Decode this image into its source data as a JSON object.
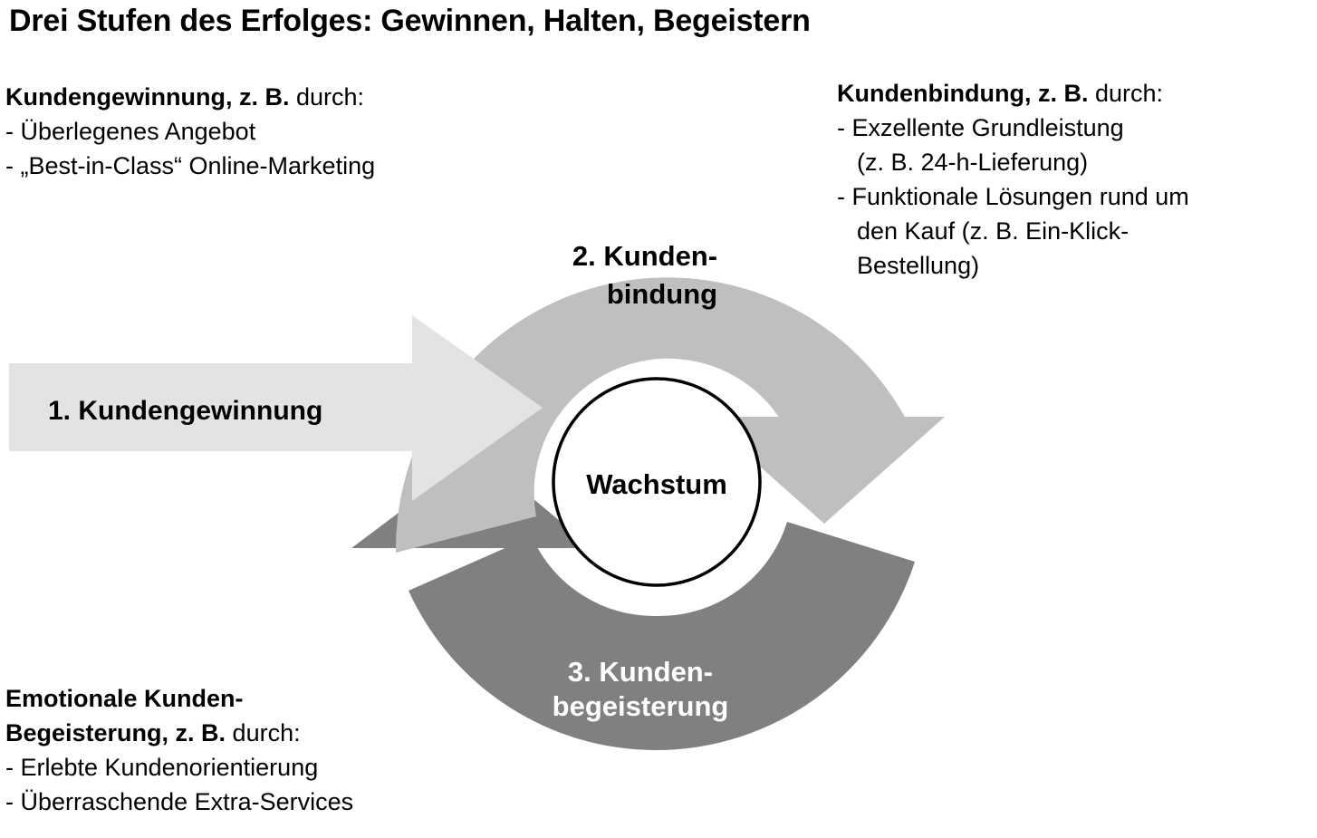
{
  "title": "Drei Stufen des Erfolges: Gewinnen, Halten, Begeistern",
  "colors": {
    "stage1_arrow": "#E3E3E3",
    "stage2_arc": "#BFBFBF",
    "stage3_arc": "#808080",
    "center_circle_stroke": "#000000",
    "text": "#000000",
    "stage3_text": "#FFFFFF",
    "background": "#FFFFFF"
  },
  "center": {
    "label": "Wachstum"
  },
  "stages": {
    "stage1": {
      "label": "1. Kundengewinnung"
    },
    "stage2": {
      "label_line1": "2. Kunden-",
      "label_line2": "bindung"
    },
    "stage3": {
      "label_line1": "3. Kunden-",
      "label_line2": "begeisterung"
    }
  },
  "blocks": {
    "acquisition": {
      "heading_bold": "Kundengewinnung, z. B.",
      "heading_regular": " durch:",
      "items": [
        "- Überlegenes Angebot",
        "- „Best-in-Class“ Online-Marketing"
      ]
    },
    "retention": {
      "heading_bold": "Kundenbindung, z. B.",
      "heading_regular": " durch:",
      "items": [
        "- Exzellente Grundleistung",
        "(z. B. 24-h-Lieferung)",
        "- Funktionale Lösungen rund um",
        "den Kauf (z. B. Ein-Klick-",
        "Bestellung)"
      ]
    },
    "delight": {
      "heading_bold_line1": "Emotionale Kunden-",
      "heading_bold_line2": "Begeisterung, z. B.",
      "heading_regular": " durch:",
      "items": [
        "- Erlebte Kundenorientierung",
        "- Überraschende Extra-Services"
      ]
    }
  }
}
